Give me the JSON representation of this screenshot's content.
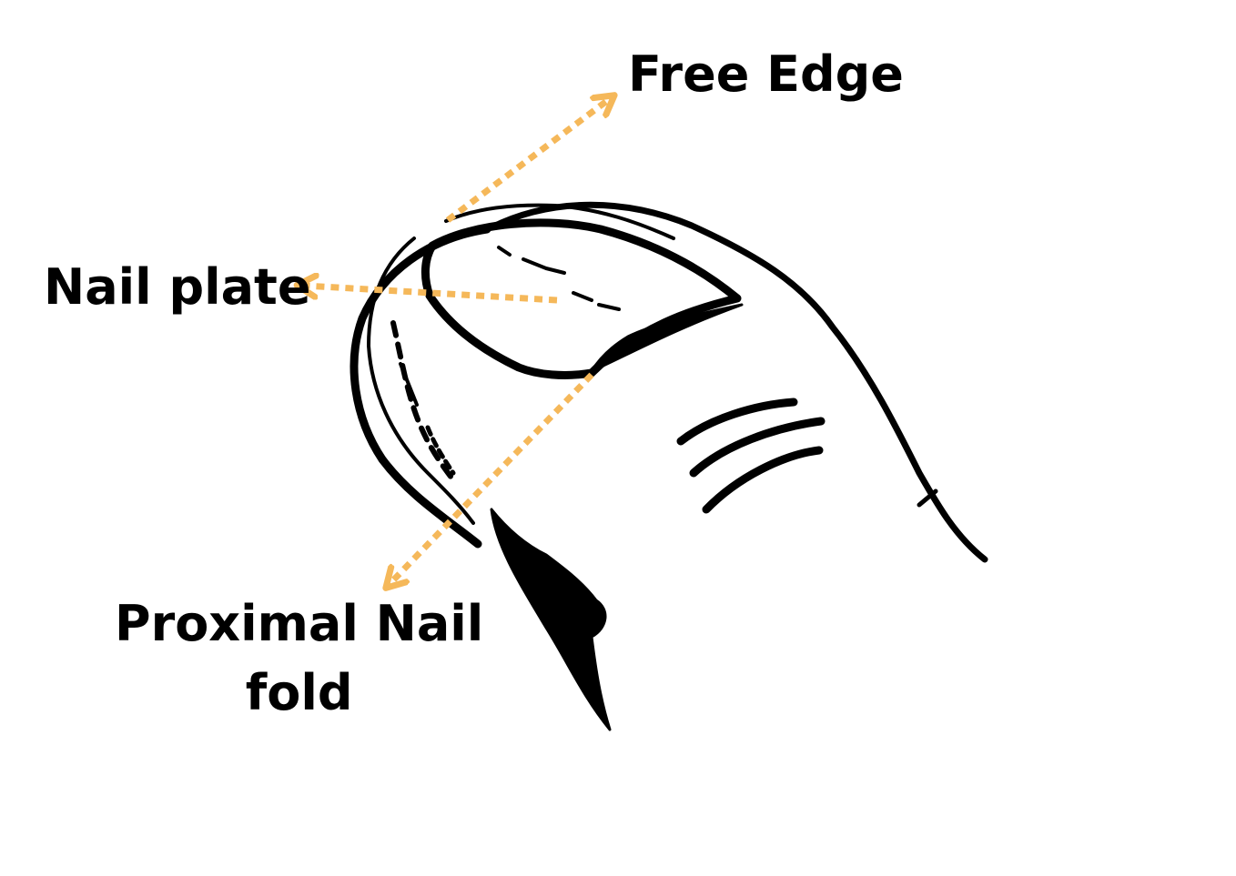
{
  "labels": {
    "free_edge": "Free Edge",
    "nail_plate": "Nail plate",
    "proximal_line1": "Proximal Nail",
    "proximal_line2": "fold"
  },
  "colors": {
    "arrow": "#F5B85A",
    "ink": "#000000",
    "background": "#FFFFFF"
  }
}
